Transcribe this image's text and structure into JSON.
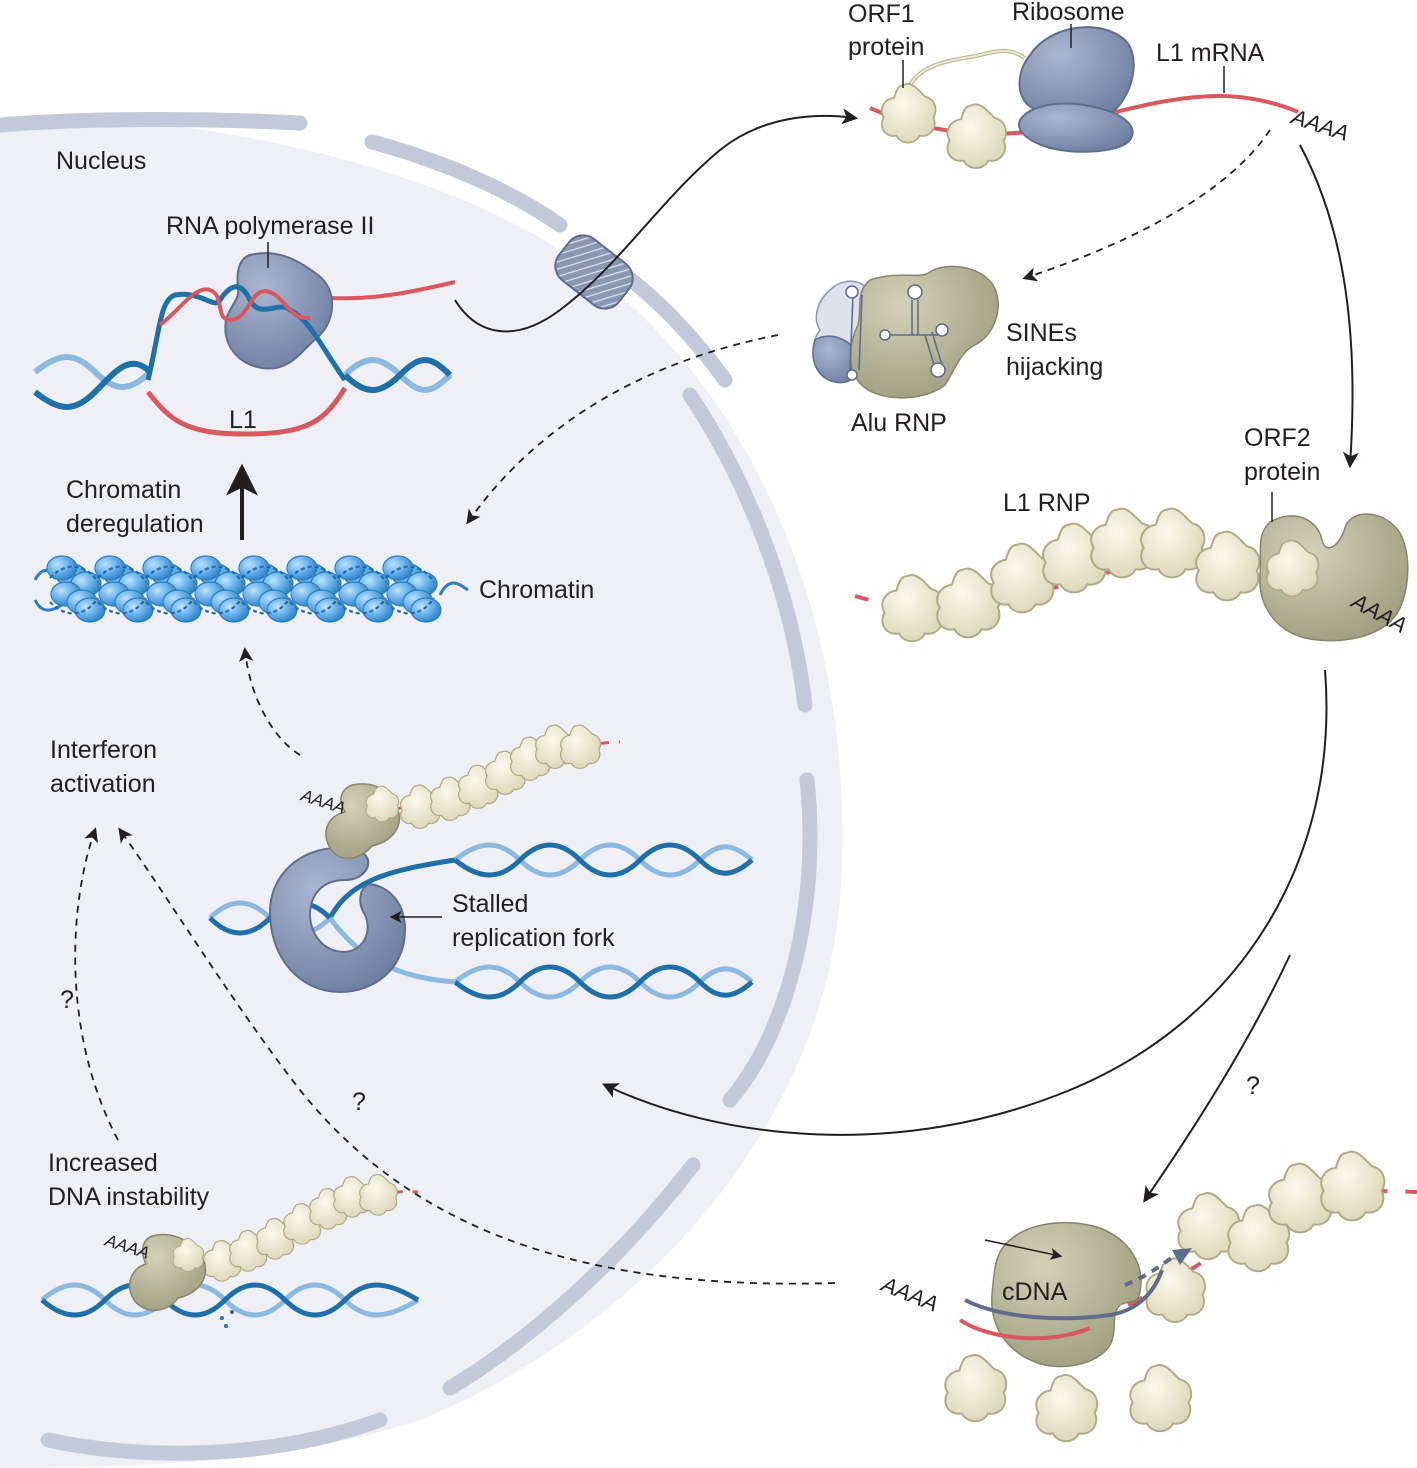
{
  "labels": {
    "nucleus": "Nucleus",
    "rna_pol": "RNA polymerase II",
    "l1": "L1",
    "chromatin_dereg_1": "Chromatin",
    "chromatin_dereg_2": "deregulation",
    "chromatin": "Chromatin",
    "interferon_1": "Interferon",
    "interferon_2": "activation",
    "stalled_1": "Stalled",
    "stalled_2": "replication fork",
    "dna_instab_1": "Increased",
    "dna_instab_2": "DNA instability",
    "q1": "?",
    "q2": "?",
    "q3": "?",
    "orf1_1": "ORF1",
    "orf1_2": "protein",
    "ribosome": "Ribosome",
    "l1_mrna": "L1 mRNA",
    "polya_top": "AAAA",
    "sines_1": "SINEs",
    "sines_2": "hijacking",
    "alu": "Alu RNP",
    "orf2_1": "ORF2",
    "orf2_2": "protein",
    "l1_rnp": "L1 RNP",
    "polya_rnp": "AAAA",
    "polya_fork": "AAAA",
    "polya_instab": "AAAA",
    "polya_cdna": "AAAA",
    "cdna": "cDNA"
  },
  "colors": {
    "nucleus_fill": "#eef0f6",
    "envelope": "#c2c9d8",
    "protein_blue": "#8494b3",
    "protein_beige": "#efebd2",
    "orf2_olive": "#b6b496",
    "rna_red": "#d9575f",
    "dna_dark": "#1f6fa8",
    "dna_light": "#8bb9df",
    "histone": "#5aa9e6"
  }
}
